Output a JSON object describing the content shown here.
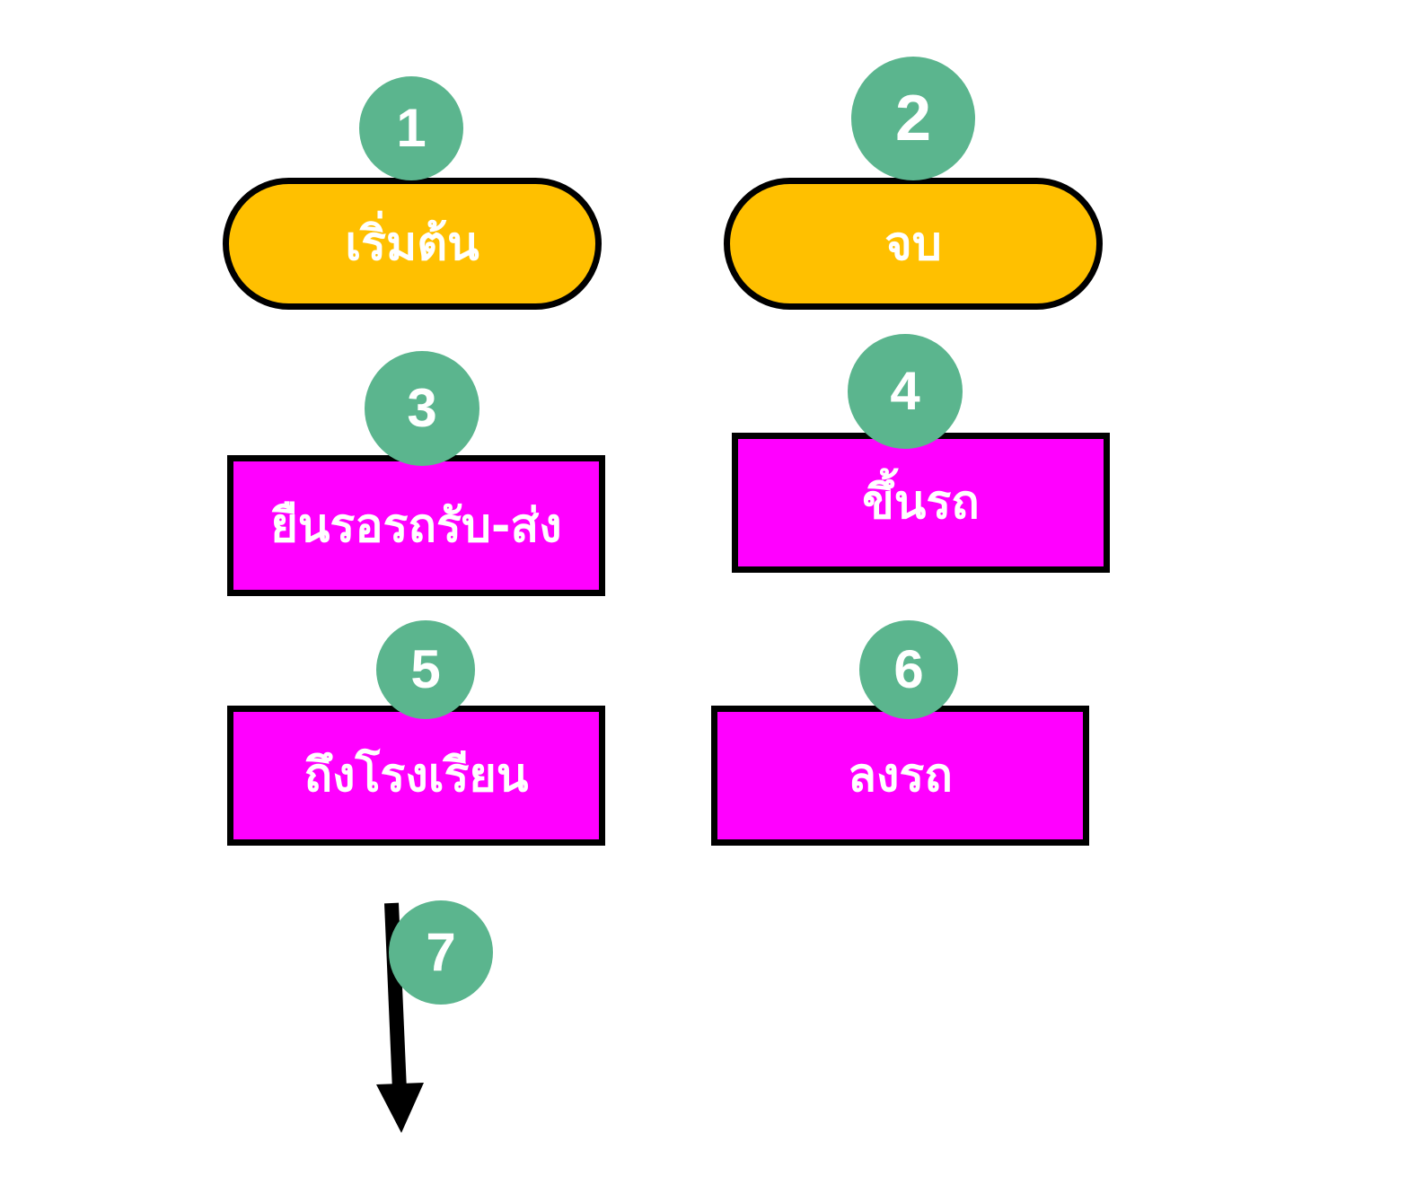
{
  "diagram": {
    "colors": {
      "terminal_fill": "#ffc000",
      "process_fill": "#ff00ff",
      "badge_fill": "#5bb58e",
      "outline": "#000000",
      "label_text": "#ffffff"
    },
    "shapes": [
      {
        "kind": "terminal",
        "label": "เริ่มต้น",
        "badge": "1"
      },
      {
        "kind": "terminal",
        "label": "จบ",
        "badge": "2"
      },
      {
        "kind": "process",
        "label": "ยืนรอรถรับ-ส่ง",
        "badge": "3"
      },
      {
        "kind": "process",
        "label": "ขึ้นรถ",
        "badge": "4"
      },
      {
        "kind": "process",
        "label": "ถึงโรงเรียน",
        "badge": "5"
      },
      {
        "kind": "process",
        "label": "ลงรถ",
        "badge": "6"
      }
    ],
    "arrow": {
      "kind": "flow-line",
      "badge": "7"
    }
  }
}
